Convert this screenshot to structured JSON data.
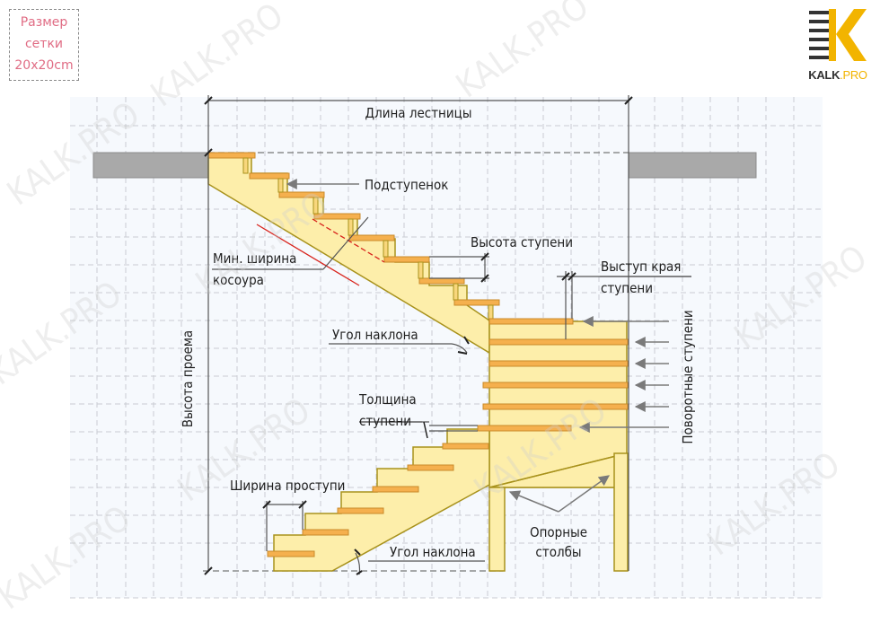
{
  "grid_size_box": {
    "line1": "Размер",
    "line2": "сетки",
    "line3": "20x20cm",
    "color": "#e06c84"
  },
  "logo": {
    "brand": "KALK",
    "suffix": ".PRO",
    "accent": "#f2b400",
    "dark": "#333333"
  },
  "watermark": "KALK.PRO",
  "labels": {
    "stair_length": "Длина лестницы",
    "riser": "Подступенок",
    "min_stringer_width_1": "Мин. ширина",
    "min_stringer_width_2": "косоура",
    "step_height": "Высота ступени",
    "nosing_1": "Выступ края",
    "nosing_2": "ступени",
    "slope_angle_upper": "Угол наклона",
    "winder_steps": "Поворотные ступени",
    "opening_height": "Высота проема",
    "tread_thickness_1": "Толщина",
    "tread_thickness_2": "ступени",
    "tread_width": "Ширина проступи",
    "slope_angle_lower": "Угол наклона",
    "support_posts_1": "Опорные",
    "support_posts_2": "столбы"
  },
  "colors": {
    "stringer_fill": "#fdeeaa",
    "stringer_stroke": "#a8921c",
    "tread_fill": "#f5b04e",
    "tread_stroke": "#c98a2a",
    "slab": "#a9a9a9",
    "grid_bg": "#f6f9fd",
    "grid_line": "#c9ccd2",
    "min_width_line": "#d8231c",
    "dimension_line": "#555555"
  }
}
